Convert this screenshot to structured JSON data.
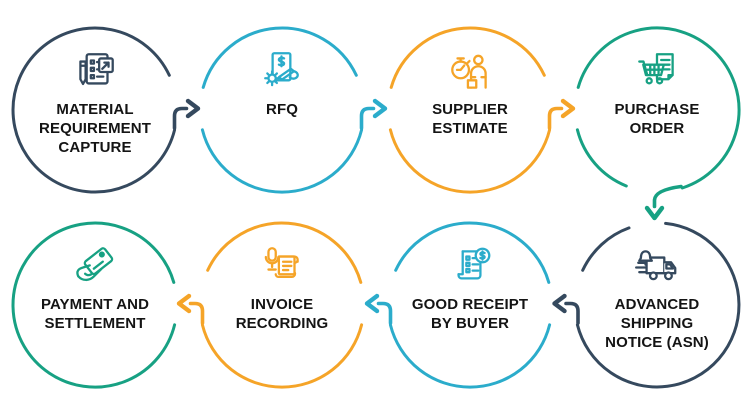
{
  "diagram_type": "process-flow",
  "colors": {
    "navy": "#35495E",
    "cyan": "#2BACCB",
    "orange": "#F5A428",
    "green": "#17A183",
    "background": "#FFFFFF"
  },
  "nodes": [
    {
      "id": "material-requirement-capture",
      "label": "MATERIAL\nREQUIREMENT\nCAPTURE",
      "color": "#35495E",
      "icon": "document-pencil-chart-icon"
    },
    {
      "id": "rfq",
      "label": "RFQ",
      "color": "#2BACCB",
      "icon": "quote-document-signing-icon"
    },
    {
      "id": "supplier-estimate",
      "label": "SUPPLIER\nESTIMATE",
      "color": "#F5A428",
      "icon": "stopwatch-person-icon"
    },
    {
      "id": "purchase-order",
      "label": "PURCHASE\nORDER",
      "color": "#17A183",
      "icon": "cart-document-icon"
    },
    {
      "id": "advanced-shipping-notice",
      "label": "ADVANCED\nSHIPPING\nNOTICE (ASN)",
      "color": "#35495E",
      "icon": "delivery-truck-bell-icon"
    },
    {
      "id": "good-receipt-by-buyer",
      "label": "GOOD RECEIPT\nBY BUYER",
      "color": "#2BACCB",
      "icon": "receipt-dollar-icon"
    },
    {
      "id": "invoice-recording",
      "label": "INVOICE\nRECORDING",
      "color": "#F5A428",
      "icon": "microphone-scroll-icon"
    },
    {
      "id": "payment-and-settlement",
      "label": "PAYMENT AND\nSETTLEMENT",
      "color": "#17A183",
      "icon": "hand-credit-card-icon"
    }
  ],
  "flow_arrows": [
    {
      "from": "material-requirement-capture",
      "to": "rfq",
      "direction": "right",
      "color": "#35495E"
    },
    {
      "from": "rfq",
      "to": "supplier-estimate",
      "direction": "right",
      "color": "#2BACCB"
    },
    {
      "from": "supplier-estimate",
      "to": "purchase-order",
      "direction": "right",
      "color": "#F5A428"
    },
    {
      "from": "purchase-order",
      "to": "advanced-shipping-notice",
      "direction": "down",
      "color": "#17A183"
    },
    {
      "from": "advanced-shipping-notice",
      "to": "good-receipt-by-buyer",
      "direction": "left",
      "color": "#35495E"
    },
    {
      "from": "good-receipt-by-buyer",
      "to": "invoice-recording",
      "direction": "left",
      "color": "#2BACCB"
    },
    {
      "from": "invoice-recording",
      "to": "payment-and-settlement",
      "direction": "left",
      "color": "#F5A428"
    }
  ]
}
